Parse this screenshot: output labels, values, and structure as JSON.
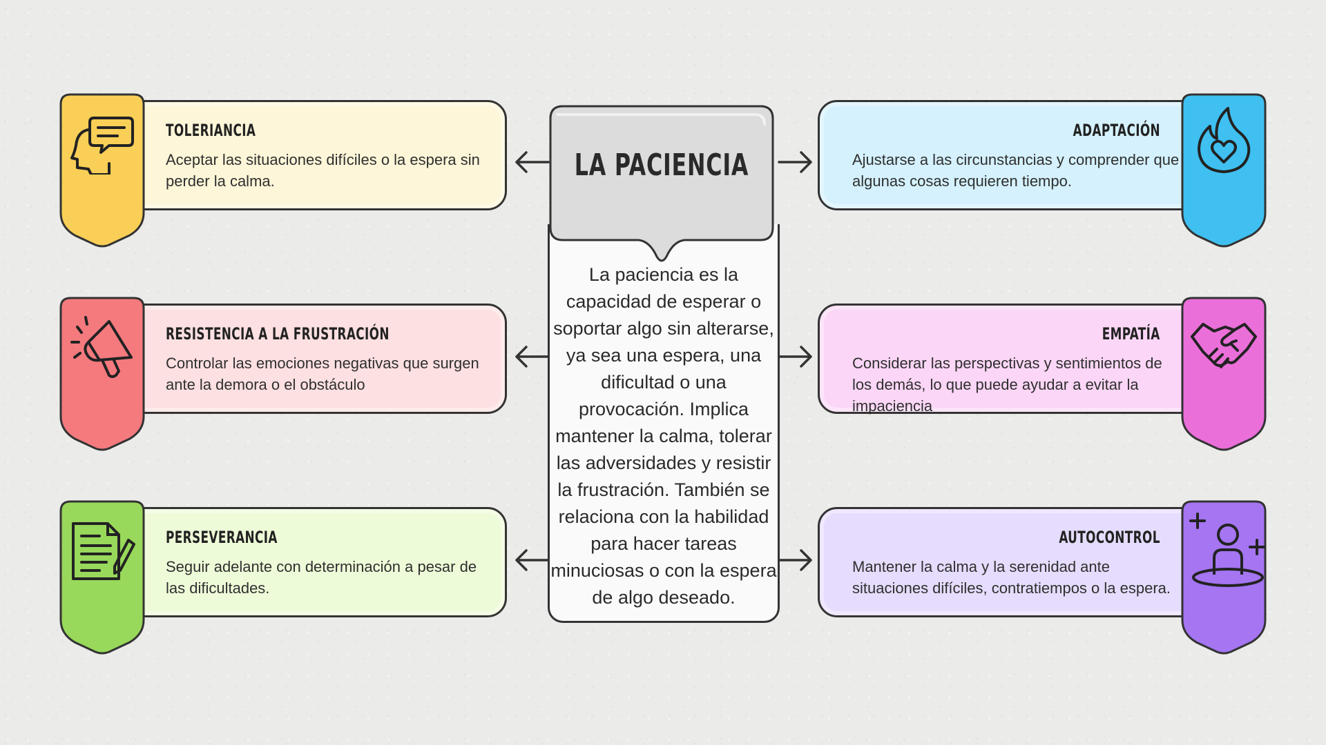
{
  "center": {
    "title": "LA PACIENCIA",
    "text": "La paciencia es la capacidad de esperar o soportar algo sin alterarse, ya sea una espera, una dificultad o una provocación. Implica mantener la calma, tolerar las adversidades y resistir la frustración. También se relaciona con la habilidad para hacer tareas minuciosas o con la espera de algo deseado."
  },
  "cards": {
    "toleriancia": {
      "title": "TOLERIANCIA",
      "text": "Aceptar las situaciones difíciles o la espera sin perder la calma.",
      "icon": "head-speech-bubble-icon",
      "badge_color": "#f9cf57",
      "card_color": "#fdf6d8"
    },
    "resistencia": {
      "title": "RESISTENCIA A LA FRUSTRACIÓN",
      "text": "Controlar las emociones negativas que surgen ante la demora o el obstáculo",
      "icon": "megaphone-icon",
      "badge_color": "#f47a7e",
      "card_color": "#fde0e1"
    },
    "perseverancia": {
      "title": "PERSEVERANCIA",
      "text": "Seguir adelante con determinación a pesar de las dificultades.",
      "icon": "document-pen-icon",
      "badge_color": "#98d85a",
      "card_color": "#eefbd8"
    },
    "adaptacion": {
      "title": "ADAPTACIÓN",
      "text": "Ajustarse a las circunstancias y comprender que algunas cosas requieren tiempo.",
      "icon": "flame-heart-icon",
      "badge_color": "#3fc0f0",
      "card_color": "#d4f1fd"
    },
    "empatia": {
      "title": "EMPATÍA",
      "text": "Considerar las perspectivas y sentimientos de los demás, lo que puede ayudar a evitar la impaciencia",
      "icon": "handshake-icon",
      "badge_color": "#ea6fd9",
      "card_color": "#fbd6f6"
    },
    "autocontrol": {
      "title": "AUTOCONTROL",
      "text": "Mantener la calma y la serenidad ante situaciones difíciles, contratiempos o la espera.",
      "icon": "person-pedestal-icon",
      "badge_color": "#a575f2",
      "card_color": "#e6dcfd"
    }
  }
}
